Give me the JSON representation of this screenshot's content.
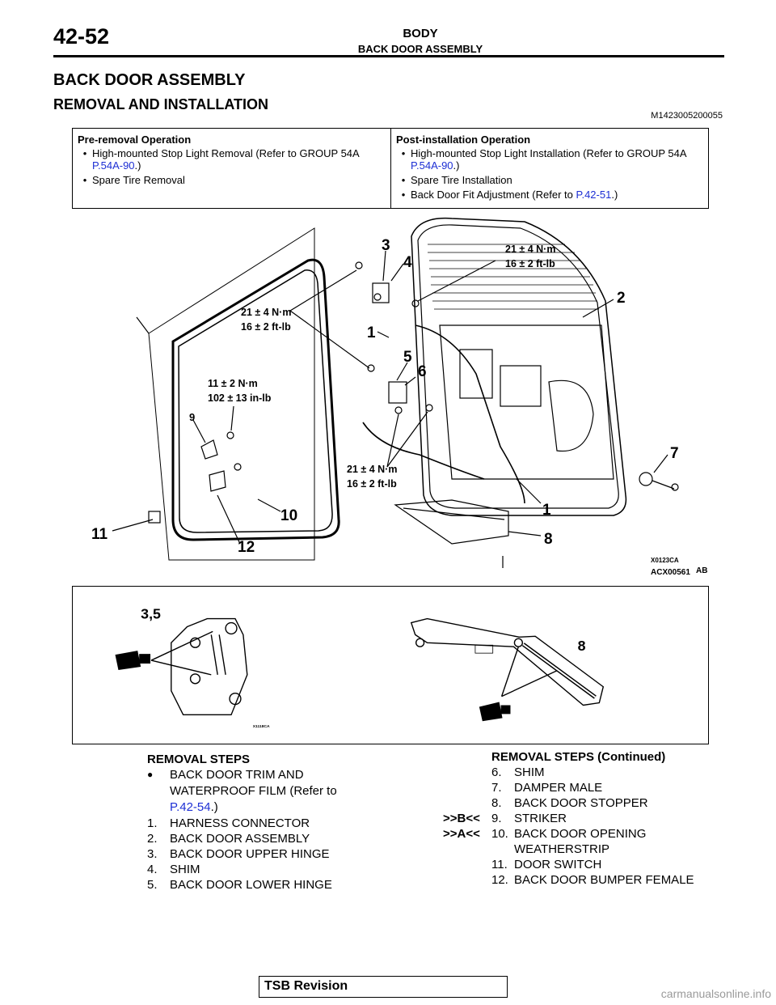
{
  "header": {
    "page_number": "42-52",
    "section": "BODY",
    "subsection": "BACK DOOR ASSEMBLY"
  },
  "title": "BACK DOOR ASSEMBLY",
  "subtitle": "REMOVAL AND INSTALLATION",
  "doc_code": "M1423005200055",
  "pre_removal": {
    "title": "Pre-removal Operation",
    "items": [
      {
        "text": "High-mounted Stop Light Removal (Refer to GROUP 54A ",
        "link": "P.54A-90",
        "after": ".)"
      },
      {
        "text": "Spare Tire Removal",
        "link": "",
        "after": ""
      }
    ]
  },
  "post_installation": {
    "title": "Post-installation Operation",
    "items": [
      {
        "text": "High-mounted Stop Light Installation (Refer to GROUP 54A ",
        "link": "P.54A-90",
        "after": ".)"
      },
      {
        "text": "Spare Tire Installation",
        "link": "",
        "after": ""
      },
      {
        "text": "Back Door Fit Adjustment (Refer to ",
        "link": "P.42-51",
        "after": ".)"
      }
    ]
  },
  "figure1": {
    "callouts": [
      "3",
      "4",
      "2",
      "1",
      "5",
      "6",
      "9",
      "7",
      "1",
      "10",
      "11",
      "12",
      "8"
    ],
    "torques": [
      {
        "nm": "21 ± 4 N·m",
        "ft": "16 ± 2 ft-lb"
      },
      {
        "nm": "21 ± 4 N·m",
        "ft": "16 ± 2 ft-lb"
      },
      {
        "nm": "11 ± 2 N·m",
        "ft": "102 ± 13 in-lb"
      },
      {
        "nm": "21 ± 4 N·m",
        "ft": "16 ± 2 ft-lb"
      }
    ],
    "code1": "X0123CA",
    "code2": "ACX00561",
    "code3": "AB"
  },
  "figure2": {
    "label_left": "3,5",
    "label_right": "8",
    "code": "X1118CA"
  },
  "removal_steps": {
    "title": "REMOVAL STEPS",
    "bullet_text": "BACK DOOR TRIM AND WATERPROOF FILM (Refer to ",
    "bullet_link": "P.42-54",
    "bullet_after": ".)",
    "steps": [
      {
        "num": "1.",
        "text": "HARNESS CONNECTOR"
      },
      {
        "num": "2.",
        "text": "BACK DOOR ASSEMBLY"
      },
      {
        "num": "3.",
        "text": "BACK DOOR UPPER HINGE"
      },
      {
        "num": "4.",
        "text": "SHIM"
      },
      {
        "num": "5.",
        "text": "BACK DOOR LOWER HINGE"
      }
    ]
  },
  "removal_steps_continued": {
    "title": "REMOVAL STEPS (Continued)",
    "steps": [
      {
        "mark": "",
        "num": "6.",
        "text": "SHIM"
      },
      {
        "mark": "",
        "num": "7.",
        "text": "DAMPER MALE"
      },
      {
        "mark": "",
        "num": "8.",
        "text": "BACK DOOR STOPPER"
      },
      {
        "mark": ">>B<<",
        "num": "9.",
        "text": "STRIKER"
      },
      {
        "mark": ">>A<<",
        "num": "10.",
        "text": "BACK DOOR OPENING WEATHERSTRIP"
      },
      {
        "mark": "",
        "num": "11.",
        "text": "DOOR SWITCH"
      },
      {
        "mark": "",
        "num": "12.",
        "text": "BACK DOOR BUMPER FEMALE"
      }
    ]
  },
  "footer": {
    "tsb": "TSB Revision",
    "watermark": "carmanualsonline.info"
  },
  "colors": {
    "link": "#1d2fd4"
  }
}
